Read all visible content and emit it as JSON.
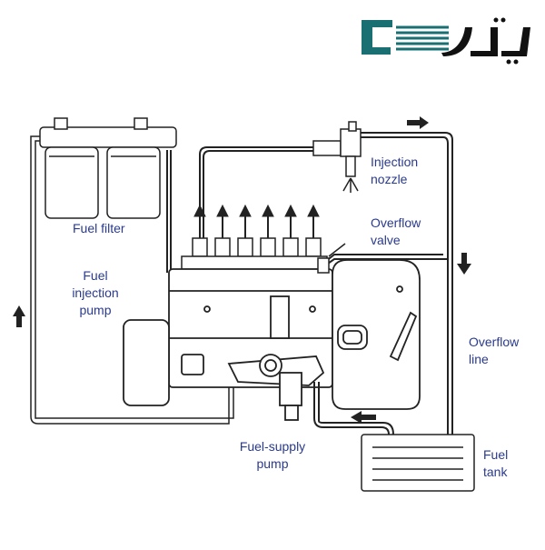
{
  "labels": {
    "fuel_filter": "Fuel filter",
    "injection_pump_l1": "Fuel",
    "injection_pump_l2": "injection",
    "injection_pump_l3": "pump",
    "injection_nozzle_l1": "Injection",
    "injection_nozzle_l2": "nozzle",
    "overflow_valve_l1": "Overflow",
    "overflow_valve_l2": "valve",
    "overflow_line_l1": "Overflow",
    "overflow_line_l2": "line",
    "supply_pump_l1": "Fuel-supply",
    "supply_pump_l2": "pump",
    "fuel_tank_l1": "Fuel",
    "fuel_tank_l2": "tank"
  },
  "colors": {
    "label": "#2a3a8c",
    "line": "#1f1f1f",
    "logo": "#1a6f73"
  },
  "icons": {
    "logo": "brand-logo",
    "flow_arrow": "arrow-icon"
  }
}
